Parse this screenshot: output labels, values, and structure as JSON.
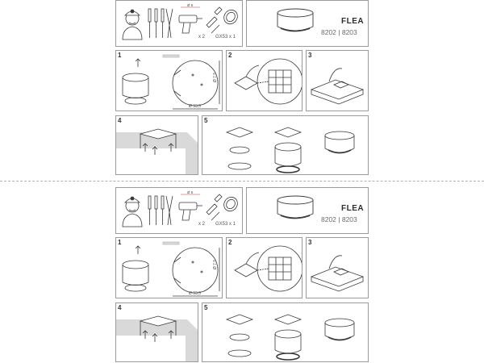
{
  "document": {
    "sheets": [
      {
        "id": "top",
        "header": {
          "brand": "FLEA",
          "model": "8202 | 8203"
        },
        "tools": {
          "qty_label": "x 2",
          "bulb_label": "GX53 x 1",
          "drill_label": "Ø 6"
        },
        "steps": [
          {
            "number": "1",
            "dim_diameter": "Ø 93,5",
            "dim_height": "Ø 7,5"
          },
          {
            "number": "2"
          },
          {
            "number": "3"
          },
          {
            "number": "4"
          },
          {
            "number": "5"
          }
        ]
      },
      {
        "id": "bottom",
        "header": {
          "brand": "FLEA",
          "model": "8202 | 8203"
        },
        "tools": {
          "qty_label": "x 2",
          "bulb_label": "GX53 x 1",
          "drill_label": "Ø 6"
        },
        "steps": [
          {
            "number": "1",
            "dim_diameter": "Ø 93,5",
            "dim_height": "Ø 7,5"
          },
          {
            "number": "2"
          },
          {
            "number": "3"
          },
          {
            "number": "4"
          },
          {
            "number": "5"
          }
        ]
      }
    ]
  },
  "icons": [
    "installer-helmet-icon",
    "screwdriver-icon",
    "pliers-icon",
    "power-drill-icon",
    "wall-plug-icon",
    "screw-icon",
    "gx53-bulb-icon",
    "arrow-up-icon"
  ],
  "colors": {
    "line": "#3a3a3a",
    "border": "#9a9a9a",
    "ceiling_fill": "#d9d9d9",
    "accent_red": "#c0392b"
  }
}
